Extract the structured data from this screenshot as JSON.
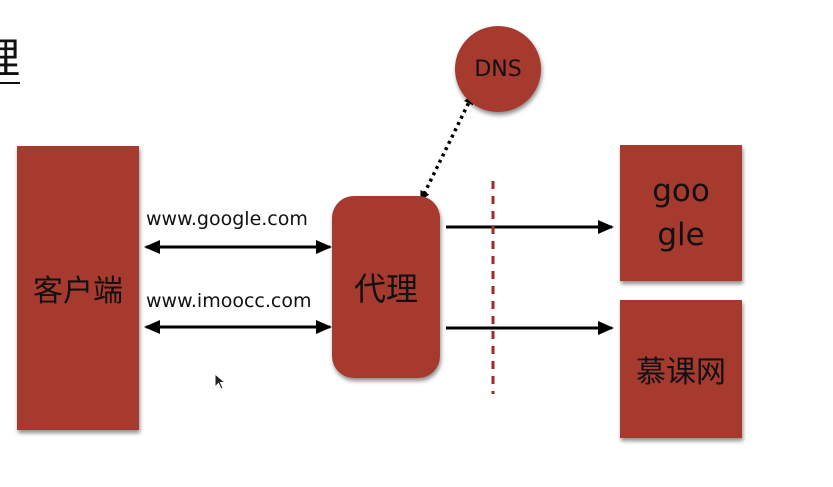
{
  "slide": {
    "partial_title": "理"
  },
  "nodes": {
    "client": "客户端",
    "proxy": "代理",
    "dns": "DNS",
    "google": "google",
    "imooc": "慕课网"
  },
  "edges": {
    "google_url": "www.google.com",
    "imooc_url": "www.imoocc.com"
  },
  "colors": {
    "node_fill": "#a63a2e",
    "arrow": "#000000",
    "boundary_dashed": "#a32a22"
  }
}
